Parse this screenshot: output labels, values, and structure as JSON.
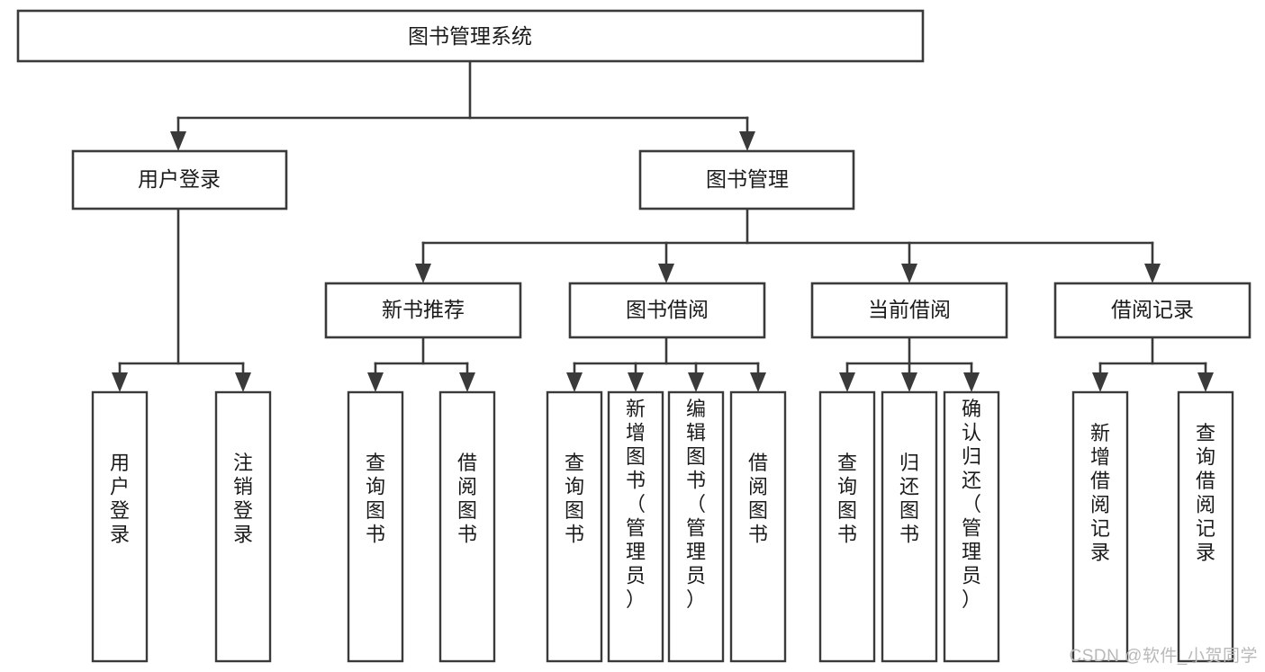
{
  "diagram": {
    "title": "图书管理系统",
    "type": "tree-hierarchy",
    "watermark": "CSDN @软件_小贺同学",
    "colors": {
      "stroke": "#3a3a3a",
      "fill": "#ffffff",
      "text": "#1b1b1b",
      "watermark": "#b9b9b9"
    },
    "nodes": {
      "root": {
        "label": "图书管理系统"
      },
      "level2": [
        {
          "id": "user-login",
          "label": "用户登录"
        },
        {
          "id": "book-manage",
          "label": "图书管理"
        }
      ],
      "level3": [
        {
          "id": "new-book-recommend",
          "label": "新书推荐"
        },
        {
          "id": "book-borrow",
          "label": "图书借阅"
        },
        {
          "id": "current-borrow",
          "label": "当前借阅"
        },
        {
          "id": "borrow-record",
          "label": "借阅记录"
        }
      ],
      "leaves": {
        "user_login": [
          {
            "id": "leaf-user-login",
            "label": "用户登录"
          },
          {
            "id": "leaf-logout-login",
            "label": "注销登录"
          }
        ],
        "new_book_recommend": [
          {
            "id": "leaf-query-book-1",
            "label": "查询图书"
          },
          {
            "id": "leaf-borrow-book-1",
            "label": "借阅图书"
          }
        ],
        "book_borrow": [
          {
            "id": "leaf-query-book-2",
            "label": "查询图书"
          },
          {
            "id": "leaf-add-book",
            "label": "新增图书（管理员）"
          },
          {
            "id": "leaf-edit-book",
            "label": "编辑图书（管理员）"
          },
          {
            "id": "leaf-borrow-book-2",
            "label": "借阅图书"
          }
        ],
        "current_borrow": [
          {
            "id": "leaf-query-book-3",
            "label": "查询图书"
          },
          {
            "id": "leaf-return-book",
            "label": "归还图书"
          },
          {
            "id": "leaf-confirm-return",
            "label": "确认归还（管理员）"
          }
        ],
        "borrow_record": [
          {
            "id": "leaf-add-record",
            "label": "新增借阅记录"
          },
          {
            "id": "leaf-query-record",
            "label": "查询借阅记录"
          }
        ]
      }
    }
  }
}
